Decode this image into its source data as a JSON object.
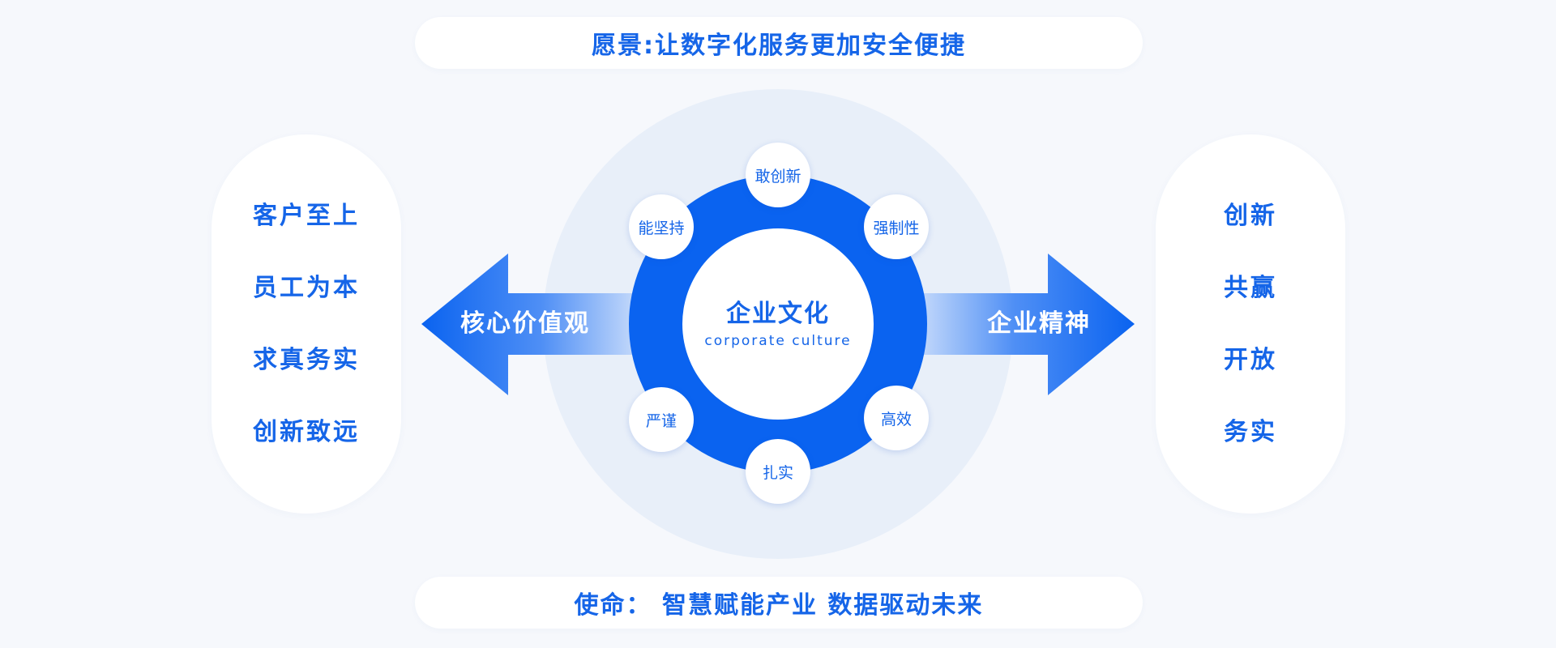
{
  "vision": {
    "text": "愿景:让数字化服务更加安全便捷"
  },
  "mission": {
    "text": "使命： 智慧赋能产业 数据驱动未来"
  },
  "core_values": {
    "label": "核心价值观",
    "items": [
      "客户至上",
      "员工为本",
      "求真务实",
      "创新致远"
    ]
  },
  "enterprise_spirit": {
    "label": "企业精神",
    "items": [
      "创新",
      "共赢",
      "开放",
      "务实"
    ]
  },
  "center": {
    "title": "企业文化",
    "subtitle": "corporate culture",
    "nodes": [
      "敢创新",
      "强制性",
      "高效",
      "扎实",
      "严谨",
      "能坚持"
    ]
  },
  "colors": {
    "primary": "#0a63f0",
    "text_blue": "#1565e8",
    "background": "#f6f8fc",
    "halo": "#e8eff9"
  }
}
